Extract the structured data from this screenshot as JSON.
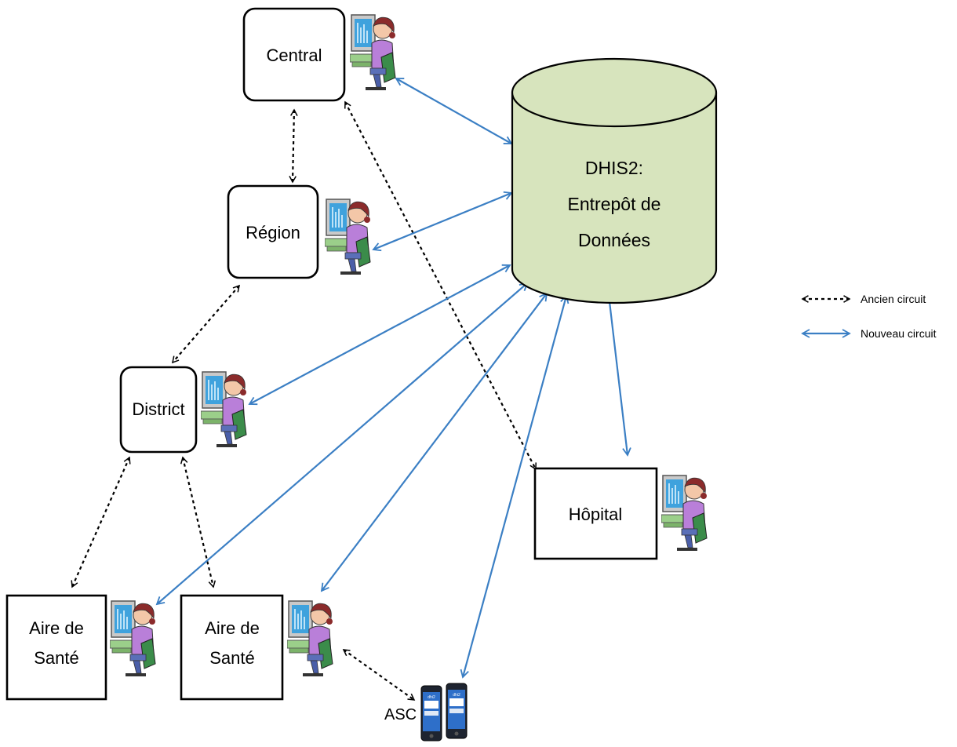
{
  "nodes": {
    "central": "Central",
    "region": "Région",
    "district": "District",
    "aire1_line1": "Aire de",
    "aire1_line2": "Santé",
    "aire2_line1": "Aire de",
    "aire2_line2": "Santé",
    "hopital": "Hôpital",
    "asc": "ASC"
  },
  "database": {
    "line1": "DHIS2:",
    "line2": "Entrepôt de",
    "line3": "Données",
    "fill_color": "#d7e4bd"
  },
  "legend": {
    "old_label": "Ancien circuit",
    "new_label": "Nouveau circuit"
  },
  "colors": {
    "old_circuit": "#000000",
    "new_circuit": "#3b7fc4"
  },
  "icons": {
    "user": "user-at-computer-icon",
    "phone": "mobile-phone-icon"
  }
}
